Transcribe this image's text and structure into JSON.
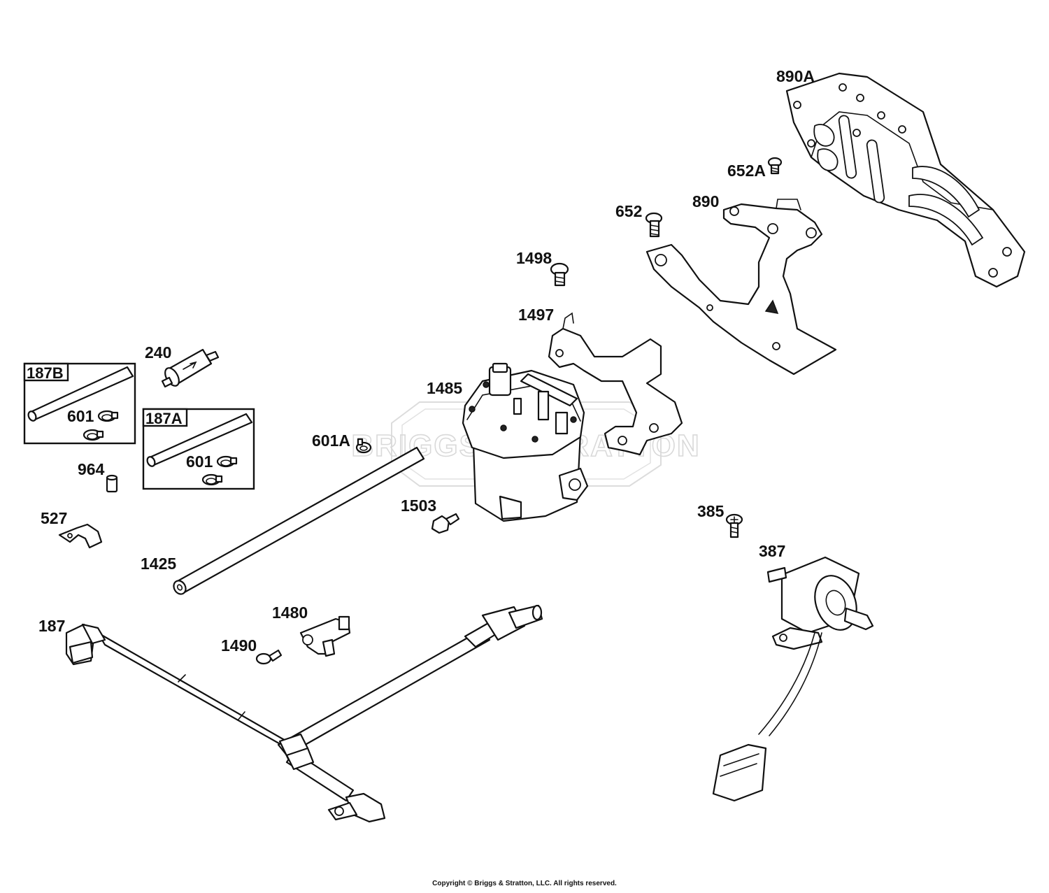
{
  "watermark": "BRIGGS & STRATTON",
  "copyright": "Copyright © Briggs & Stratton, LLC. All rights reserved.",
  "parts": {
    "p890A": "890A",
    "p652A": "652A",
    "p890": "890",
    "p652": "652",
    "p1498": "1498",
    "p1497": "1497",
    "p1485": "1485",
    "p240": "240",
    "p187B": "187B",
    "p187A": "187A",
    "p601_b": "601",
    "p601_a": "601",
    "p601A": "601A",
    "p964": "964",
    "p527": "527",
    "p1425": "1425",
    "p1503": "1503",
    "p385": "385",
    "p387": "387",
    "p187": "187",
    "p1480": "1480",
    "p1490": "1490"
  }
}
